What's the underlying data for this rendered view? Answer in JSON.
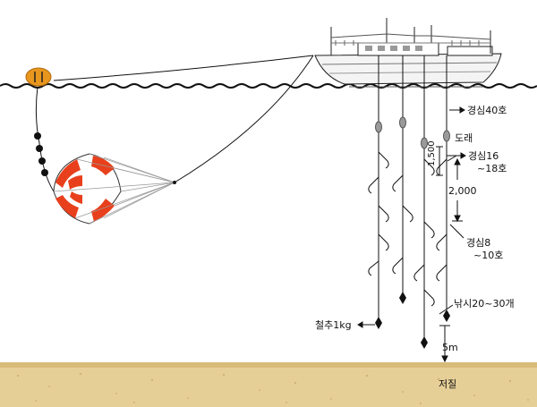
{
  "labels": {
    "main_line_gauge": "경심40호",
    "swivel": "도래",
    "branch_gauge_top": "경심16",
    "branch_gauge_top_sub": "~18호",
    "branch_length": "1,500",
    "spacing": "2,000",
    "branch_gauge_bottom": "경심8",
    "branch_gauge_bottom_sub": "~10호",
    "sinker": "철추1kg",
    "hooks": "낚시20~30개",
    "seabed_gap": "5m",
    "seabed": "저질"
  },
  "colors": {
    "sea_line": "#111111",
    "buoy": "#e8961e",
    "sea_anchor_red": "#e8401c",
    "sand": "#e6cf97",
    "line": "#111111",
    "swivel": "#9a9a9a"
  }
}
